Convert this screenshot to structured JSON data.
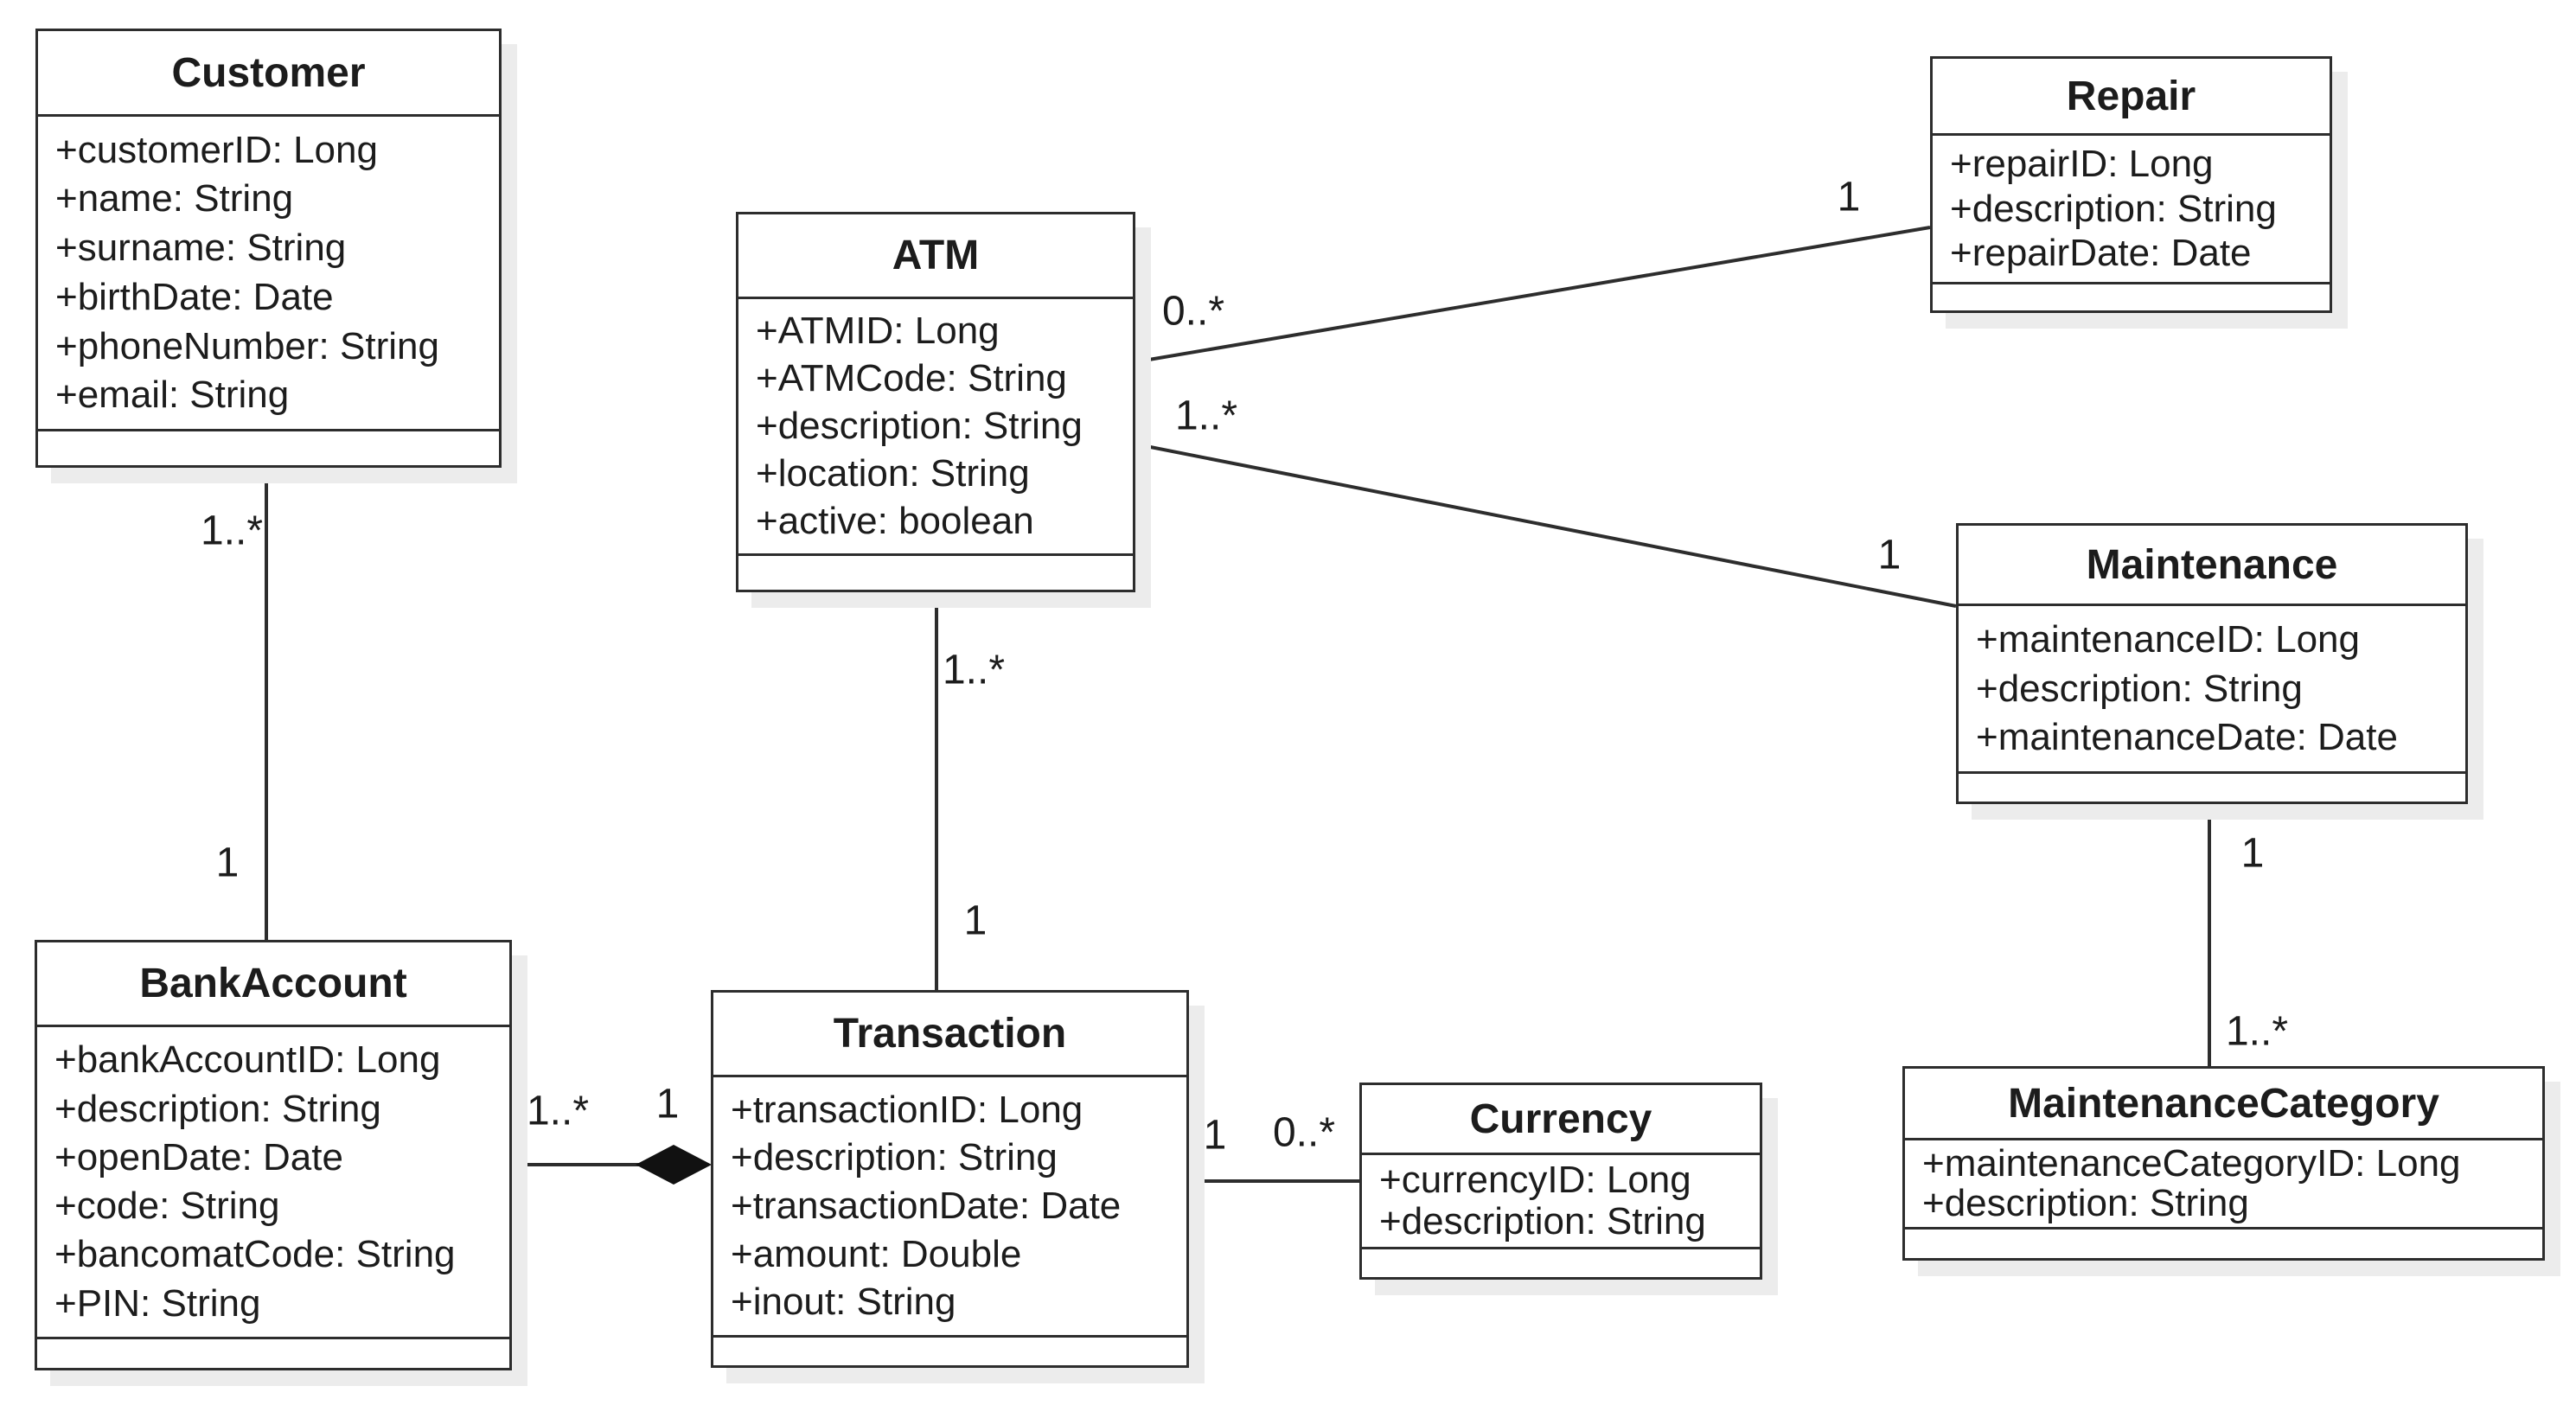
{
  "diagram": {
    "kind": "uml-class-diagram",
    "background_color": "#ffffff",
    "box_fill_color": "#ffffff",
    "border_color": "#2d2d2d",
    "text_color": "#1c1c1c",
    "shadow_color": "#ececec"
  },
  "classes": [
    {
      "name": "Customer",
      "attributes": [
        "+customerID: Long",
        "+name: String",
        "+surname: String",
        "+birthDate: Date",
        "+phoneNumber: String",
        "+email: String"
      ]
    },
    {
      "name": "ATM",
      "attributes": [
        "+ATMID: Long",
        "+ATMCode: String",
        "+description: String",
        "+location: String",
        "+active: boolean"
      ]
    },
    {
      "name": "Repair",
      "attributes": [
        "+repairID: Long",
        "+description: String",
        "+repairDate: Date"
      ]
    },
    {
      "name": "Maintenance",
      "attributes": [
        "+maintenanceID: Long",
        "+description: String",
        "+maintenanceDate: Date"
      ]
    },
    {
      "name": "BankAccount",
      "attributes": [
        "+bankAccountID: Long",
        "+description: String",
        "+openDate: Date",
        "+code: String",
        "+bancomatCode: String",
        "+PIN: String"
      ]
    },
    {
      "name": "Transaction",
      "attributes": [
        "+transactionID: Long",
        "+description: String",
        "+transactionDate: Date",
        "+amount: Double",
        "+inout: String"
      ]
    },
    {
      "name": "Currency",
      "attributes": [
        "+currencyID: Long",
        "+description: String"
      ]
    },
    {
      "name": "MaintenanceCategory",
      "attributes": [
        "+maintenanceCategoryID: Long",
        "+description: String"
      ]
    }
  ],
  "associations": [
    {
      "from": "Customer",
      "to": "BankAccount",
      "from_label": "1..*",
      "to_label": "1",
      "type": "association"
    },
    {
      "from": "ATM",
      "to": "Repair",
      "from_label": "0..*",
      "to_label": "1",
      "type": "association"
    },
    {
      "from": "ATM",
      "to": "Maintenance",
      "from_label": "1..*",
      "to_label": "1",
      "type": "association"
    },
    {
      "from": "ATM",
      "to": "Transaction",
      "from_label": "1..*",
      "to_label": "1",
      "type": "association"
    },
    {
      "from": "BankAccount",
      "to": "Transaction",
      "from_label": "1..*",
      "to_label": "1",
      "type": "composition",
      "diamond_at": "Transaction"
    },
    {
      "from": "Transaction",
      "to": "Currency",
      "from_label": "1",
      "to_label": "0..*",
      "type": "association"
    },
    {
      "from": "Maintenance",
      "to": "MaintenanceCategory",
      "from_label": "1",
      "to_label": "1..*",
      "type": "association"
    }
  ]
}
